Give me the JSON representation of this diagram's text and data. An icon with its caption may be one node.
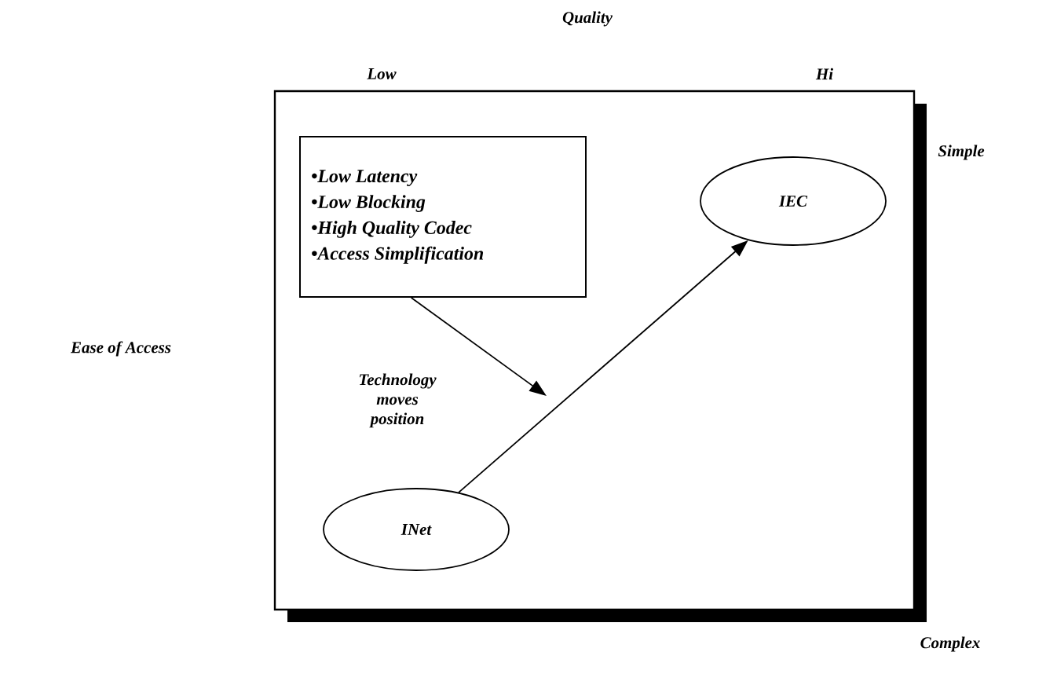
{
  "diagram": {
    "nodes": [
      {
        "text": [],
        "shape": "box"
      },
      {
        "text": [
          "•Low Latency",
          "•Low Blocking",
          "•High Quality Codec",
          "•Access Simplification"
        ],
        "in": 0
      },
      {
        "text": [
          "IEC"
        ],
        "in": 0
      },
      {
        "text": [
          "INet"
        ],
        "in": 0
      }
    ],
    "edges": [
      {
        "from": 1,
        "to": null,
        "arrow": "to",
        "label": "Technology moves position"
      },
      {
        "from": 3,
        "to": 2,
        "arrow": "to"
      }
    ],
    "labels": [
      "Quality",
      "Low",
      "Hi",
      "Simple",
      "Ease of Access",
      "Complex"
    ]
  }
}
